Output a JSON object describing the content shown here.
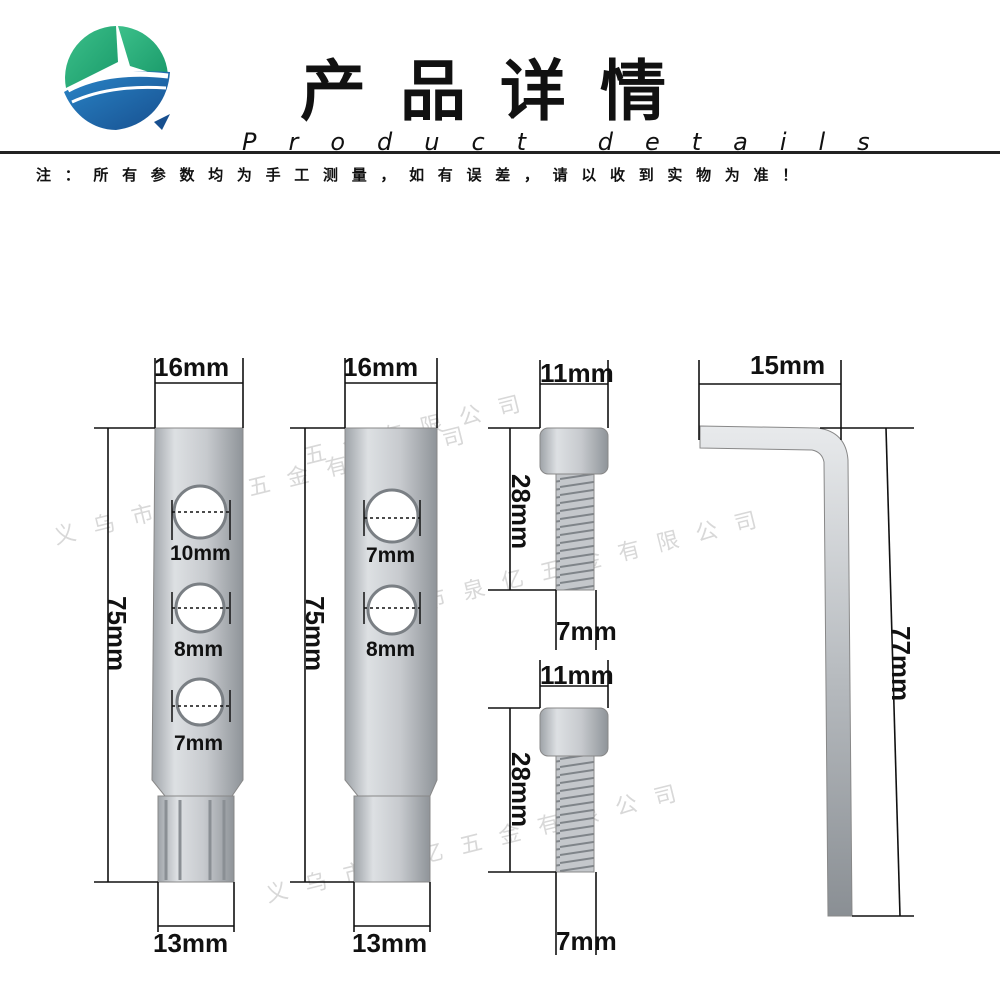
{
  "header": {
    "title": "产品详情",
    "subtitle": "Product details",
    "note": "注：所有参数均为手工测量，如有误差，请以收到实物为准！"
  },
  "watermark": {
    "text_a": "义乌市泉亿五金有限公司",
    "text_b": "市泉亿五金有限公司",
    "text_c": "五金有限公司"
  },
  "bar_a": {
    "width_top": "16mm",
    "length": "75mm",
    "hole_1": "10mm",
    "hole_2": "8mm",
    "hole_3": "7mm",
    "width_bottom": "13mm"
  },
  "bar_b": {
    "width_top": "16mm",
    "length": "75mm",
    "hole_1": "7mm",
    "hole_2": "8mm",
    "width_bottom": "13mm"
  },
  "screw_top": {
    "head": "11mm",
    "length": "28mm",
    "thread": "7mm"
  },
  "screw_bottom": {
    "head": "11mm",
    "length": "28mm",
    "thread": "7mm"
  },
  "hex_key": {
    "short_arm": "15mm",
    "long_arm": "77mm"
  },
  "colors": {
    "logo_green": "#2eb07a",
    "logo_blue": "#1f6fb0",
    "metal": "#c9ccd0"
  }
}
